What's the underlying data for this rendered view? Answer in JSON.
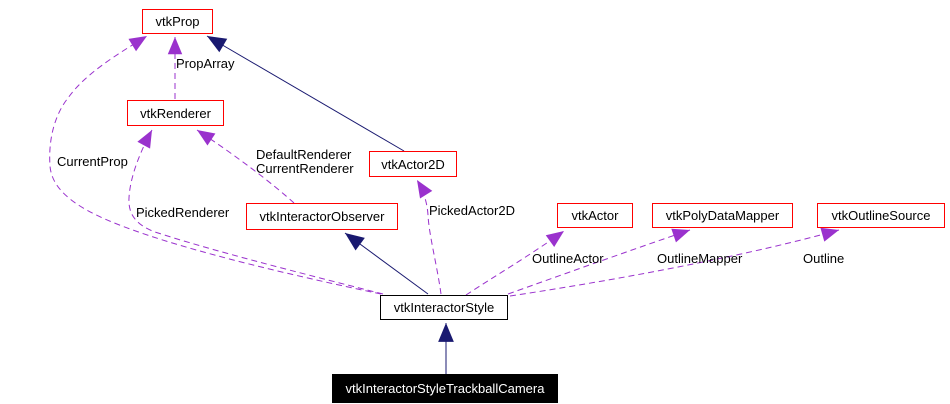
{
  "diagram": {
    "kind": "class-collaboration-graph",
    "colors": {
      "background": "#ffffff",
      "node_border": "#ff0000",
      "focus_node_background": "#000000",
      "focus_node_text": "#ffffff",
      "parent_node_border": "#000000",
      "usage_edge": "#9a32cd",
      "inheritance_edge": "#191970",
      "text": "#000000"
    },
    "nodes": {
      "vtkProp": {
        "label": "vtkProp"
      },
      "vtkRenderer": {
        "label": "vtkRenderer"
      },
      "vtkActor2D": {
        "label": "vtkActor2D"
      },
      "vtkInteractorObserver": {
        "label": "vtkInteractorObserver"
      },
      "vtkActor": {
        "label": "vtkActor"
      },
      "vtkPolyDataMapper": {
        "label": "vtkPolyDataMapper"
      },
      "vtkOutlineSource": {
        "label": "vtkOutlineSource"
      },
      "vtkInteractorStyle": {
        "label": "vtkInteractorStyle"
      },
      "vtkInteractorStyleTrackballCamera": {
        "label": "vtkInteractorStyleTrackballCamera"
      }
    },
    "edge_labels": {
      "prop_array": "PropArray",
      "current_prop": "CurrentProp",
      "default_renderer": "DefaultRenderer",
      "current_renderer": "CurrentRenderer",
      "picked_renderer": "PickedRenderer",
      "picked_actor2d": "PickedActor2D",
      "outline_actor": "OutlineActor",
      "outline_mapper": "OutlineMapper",
      "outline": "Outline"
    },
    "edges": [
      {
        "from": "vtkInteractorStyleTrackballCamera",
        "to": "vtkInteractorStyle",
        "type": "inheritance"
      },
      {
        "from": "vtkInteractorStyle",
        "to": "vtkInteractorObserver",
        "type": "inheritance"
      },
      {
        "from": "vtkActor2D",
        "to": "vtkProp",
        "type": "inheritance"
      },
      {
        "from": "vtkRenderer",
        "to": "vtkProp",
        "type": "usage",
        "label": "PropArray"
      },
      {
        "from": "vtkInteractorStyle",
        "to": "vtkProp",
        "type": "usage",
        "label": "CurrentProp"
      },
      {
        "from": "vtkInteractorObserver",
        "to": "vtkRenderer",
        "type": "usage",
        "label": "DefaultRenderer CurrentRenderer"
      },
      {
        "from": "vtkInteractorStyle",
        "to": "vtkRenderer",
        "type": "usage",
        "label": "PickedRenderer"
      },
      {
        "from": "vtkInteractorStyle",
        "to": "vtkActor2D",
        "type": "usage",
        "label": "PickedActor2D"
      },
      {
        "from": "vtkInteractorStyle",
        "to": "vtkActor",
        "type": "usage",
        "label": "OutlineActor"
      },
      {
        "from": "vtkInteractorStyle",
        "to": "vtkPolyDataMapper",
        "type": "usage",
        "label": "OutlineMapper"
      },
      {
        "from": "vtkInteractorStyle",
        "to": "vtkOutlineSource",
        "type": "usage",
        "label": "Outline"
      }
    ]
  }
}
